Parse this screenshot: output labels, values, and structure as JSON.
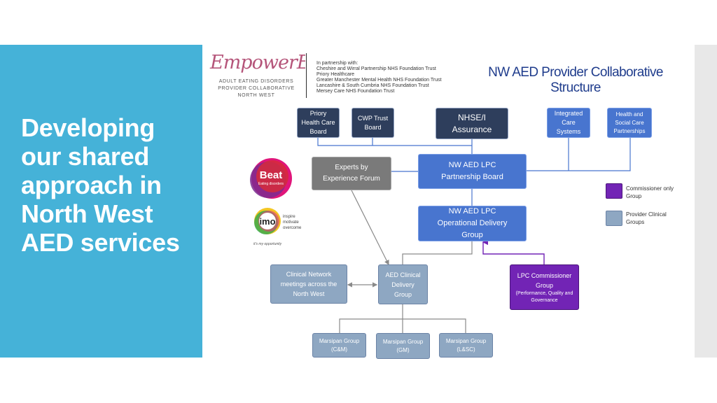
{
  "slide": {
    "title": "Developing our shared approach in North West AED services",
    "diagram_title": "NW AED Provider Collaborative Structure",
    "accent_color": "#45b2d8"
  },
  "logos": {
    "empower_wordmark": "EmpowerED",
    "empower_tagline": [
      "ADULT EATING DISORDERS",
      "PROVIDER COLLABORATIVE",
      "NORTH WEST"
    ],
    "beat_wordmark": "Beat",
    "beat_tagline": "Eating disorders",
    "imo_wordmark": "imo",
    "imo_tagline": [
      "inspire",
      "motivate",
      "overcome"
    ],
    "imo_footer": "it's my opportunity"
  },
  "partners": {
    "heading": "In partnership with:",
    "list": [
      "Cheshire and Wirral Partnership NHS Foundation Trust",
      "Priory Healthcare",
      "Greater Manchester Mental Health NHS Foundation Trust",
      "Lancashire & South Cumbria NHS Foundation Trust",
      "Mersey Care NHS Foundation Trust"
    ]
  },
  "nodes": {
    "priory": "Priory Health Care Board",
    "cwp": "CWP Trust Board",
    "nhsei": "NHSE/I Assurance",
    "ics": "Integrated Care Systems",
    "hscp": "Health and Social Care Partnerships",
    "experts": "Experts by Experience Forum",
    "partnership_board": "NW AED LPC Partnership Board",
    "odg": "NW AED LPC Operational Delivery Group",
    "clinical_network": "Clinical Network meetings across the North West",
    "aed_clinical": "AED Clinical Delivery Group",
    "lpc_commissioner": "LPC Commissioner Group",
    "lpc_commissioner_sub": "(Performance, Quality and Governance",
    "marsipan_cm": "Marsipan Group (C&M)",
    "marsipan_gm": "Marsipan Group (GM)",
    "marsipan_lsc": "Marsipan Group (L&SC)"
  },
  "legend": {
    "commissioner": "Commissioner only Group",
    "provider": "Provider Clinical Groups",
    "commissioner_color": "#7224b5",
    "provider_color": "#8ea7c2"
  }
}
